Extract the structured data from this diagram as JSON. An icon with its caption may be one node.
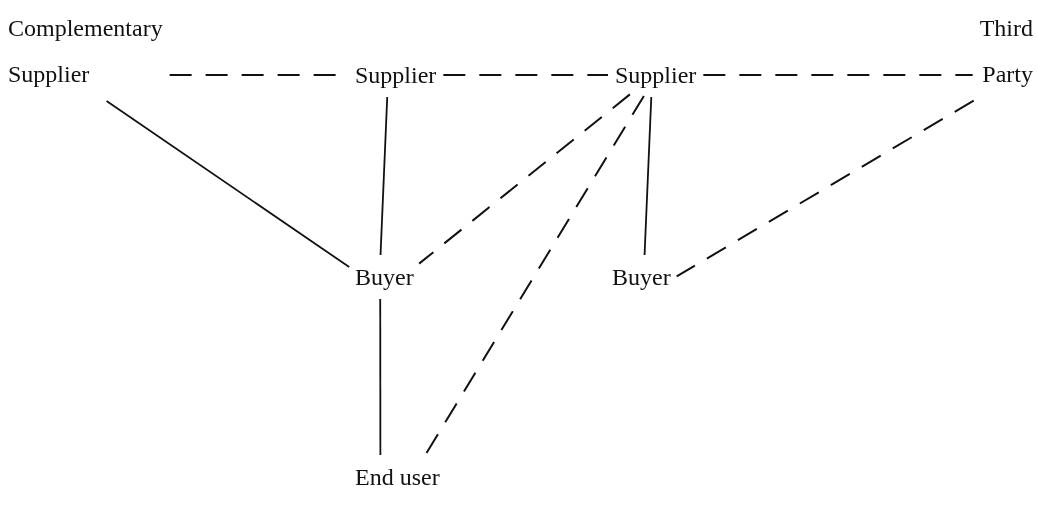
{
  "diagram": {
    "nodes": [
      {
        "text": [
          "Complementary Supplier"
        ]
      },
      {
        "text": [
          "Supplier"
        ]
      },
      {
        "text": [
          "Supplier"
        ]
      },
      {
        "text": [
          "Third Party"
        ]
      },
      {
        "text": [
          "Buyer"
        ]
      },
      {
        "text": [
          "Buyer"
        ]
      },
      {
        "text": [
          "End user"
        ]
      }
    ],
    "edges": [
      {
        "from": 0,
        "to": 1,
        "arrow": "none",
        "style": "dashed"
      },
      {
        "from": 1,
        "to": 2,
        "arrow": "none",
        "style": "dashed"
      },
      {
        "from": 2,
        "to": 3,
        "arrow": "none",
        "style": "dashed"
      },
      {
        "from": 0,
        "to": 4,
        "arrow": "none"
      },
      {
        "from": 1,
        "to": 4,
        "arrow": "none"
      },
      {
        "from": 2,
        "to": 4,
        "arrow": "none",
        "style": "dashed"
      },
      {
        "from": 2,
        "to": 6,
        "arrow": "none",
        "style": "dashed"
      },
      {
        "from": 2,
        "to": 5,
        "arrow": "none"
      },
      {
        "from": 3,
        "to": 5,
        "arrow": "none",
        "style": "dashed"
      },
      {
        "from": 4,
        "to": 6,
        "arrow": "none"
      }
    ]
  }
}
